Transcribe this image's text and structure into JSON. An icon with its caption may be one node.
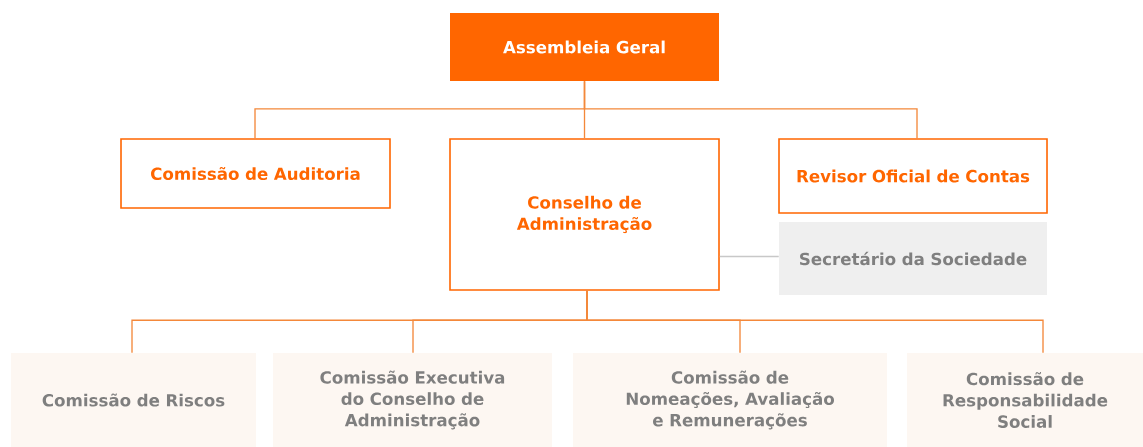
{
  "diagram": {
    "nodes": [
      {
        "text": [
          "Assembleia Geral"
        ]
      },
      {
        "text": [
          "Comissão de Auditoria"
        ]
      },
      {
        "text": [
          "Conselho de Administração"
        ]
      },
      {
        "text": [
          "Revisor Oficial de Contas"
        ]
      },
      {
        "text": [
          "Secretário da Sociedade"
        ]
      },
      {
        "text": [
          "Comissão de Riscos"
        ]
      },
      {
        "text": [
          "Comissão Executiva do Conselho de Administração"
        ]
      },
      {
        "text": [
          "Comissão de Nomeações, Avaliação e Remunerações"
        ]
      },
      {
        "text": [
          "Comissão de Responsabilidade Social"
        ]
      }
    ],
    "edges": [
      {
        "from": 0,
        "to": 1,
        "arrow": "none"
      },
      {
        "from": 0,
        "to": 2,
        "arrow": "none"
      },
      {
        "from": 0,
        "to": 3,
        "arrow": "none"
      },
      {
        "from": 2,
        "to": 4,
        "arrow": "none",
        "color": "#c8c8c8"
      },
      {
        "from": 2,
        "to": 5,
        "arrow": "none"
      },
      {
        "from": 2,
        "to": 6,
        "arrow": "none"
      },
      {
        "from": 2,
        "to": 7,
        "arrow": "none"
      },
      {
        "from": 2,
        "to": 8,
        "arrow": "none"
      }
    ]
  }
}
